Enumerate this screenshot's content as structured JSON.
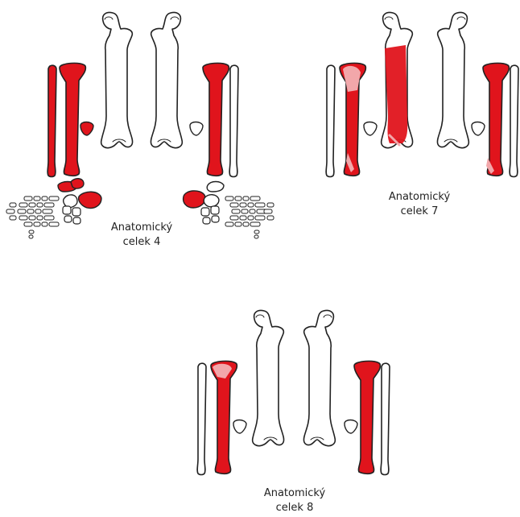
{
  "colors": {
    "highlight": "#e0141c",
    "outline": "#222222",
    "background": "#ffffff"
  },
  "panels": {
    "unit4": {
      "label_line1": "Anatomický",
      "label_line2": "celek 4"
    },
    "unit7": {
      "label_line1": "Anatomický",
      "label_line2": "celek 7"
    },
    "unit8": {
      "label_line1": "Anatomický",
      "label_line2": "celek 8"
    }
  }
}
